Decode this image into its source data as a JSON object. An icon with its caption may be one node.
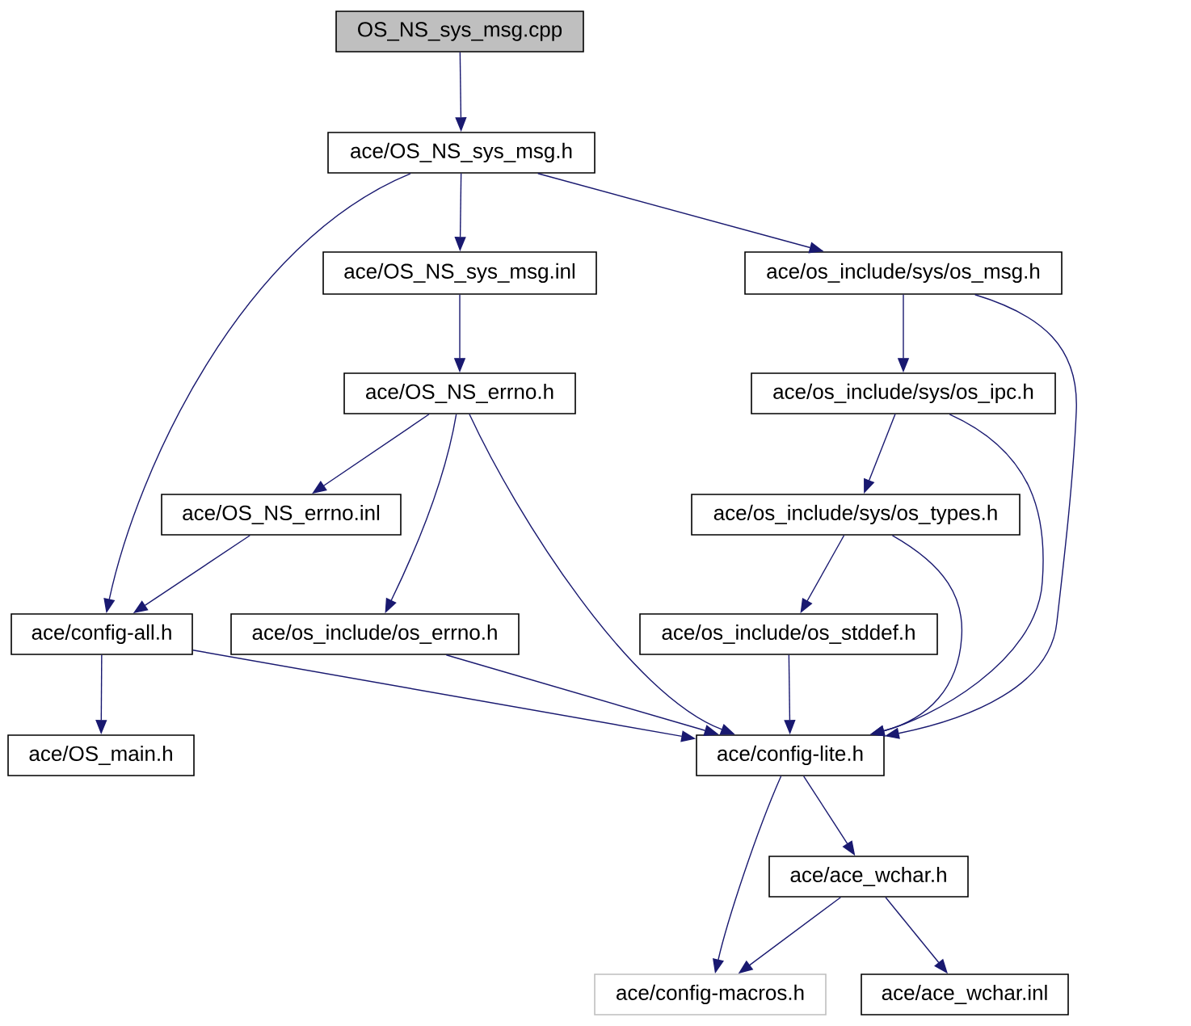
{
  "diagram": {
    "nodes": [
      {
        "text": [
          "OS_NS_sys_msg.cpp"
        ]
      },
      {
        "text": [
          "ace/OS_NS_sys_msg.h"
        ]
      },
      {
        "text": [
          "ace/OS_NS_sys_msg.inl"
        ]
      },
      {
        "text": [
          "ace/os_include/sys/os_msg.h"
        ]
      },
      {
        "text": [
          "ace/OS_NS_errno.h"
        ]
      },
      {
        "text": [
          "ace/os_include/sys/os_ipc.h"
        ]
      },
      {
        "text": [
          "ace/OS_NS_errno.inl"
        ]
      },
      {
        "text": [
          "ace/os_include/sys/os_types.h"
        ]
      },
      {
        "text": [
          "ace/config-all.h"
        ]
      },
      {
        "text": [
          "ace/os_include/os_errno.h"
        ]
      },
      {
        "text": [
          "ace/os_include/os_stddef.h"
        ]
      },
      {
        "text": [
          "ace/OS_main.h"
        ]
      },
      {
        "text": [
          "ace/config-lite.h"
        ]
      },
      {
        "text": [
          "ace/ace_wchar.h"
        ]
      },
      {
        "text": [
          "ace/config-macros.h"
        ]
      },
      {
        "text": [
          "ace/ace_wchar.inl"
        ]
      }
    ],
    "edges": [
      {
        "from": 0,
        "to": 1,
        "arrow": "to"
      },
      {
        "from": 1,
        "to": 2,
        "arrow": "to"
      },
      {
        "from": 1,
        "to": 3,
        "arrow": "to"
      },
      {
        "from": 1,
        "to": 8,
        "arrow": "to"
      },
      {
        "from": 2,
        "to": 4,
        "arrow": "to"
      },
      {
        "from": 3,
        "to": 5,
        "arrow": "to"
      },
      {
        "from": 3,
        "to": 12,
        "arrow": "to"
      },
      {
        "from": 4,
        "to": 6,
        "arrow": "to"
      },
      {
        "from": 4,
        "to": 9,
        "arrow": "to"
      },
      {
        "from": 4,
        "to": 12,
        "arrow": "to"
      },
      {
        "from": 5,
        "to": 7,
        "arrow": "to"
      },
      {
        "from": 5,
        "to": 12,
        "arrow": "to"
      },
      {
        "from": 6,
        "to": 8,
        "arrow": "to"
      },
      {
        "from": 7,
        "to": 10,
        "arrow": "to"
      },
      {
        "from": 7,
        "to": 12,
        "arrow": "to"
      },
      {
        "from": 8,
        "to": 11,
        "arrow": "to"
      },
      {
        "from": 8,
        "to": 12,
        "arrow": "to"
      },
      {
        "from": 9,
        "to": 12,
        "arrow": "to"
      },
      {
        "from": 10,
        "to": 12,
        "arrow": "to"
      },
      {
        "from": 12,
        "to": 13,
        "arrow": "to"
      },
      {
        "from": 12,
        "to": 14,
        "arrow": "to"
      },
      {
        "from": 13,
        "to": 14,
        "arrow": "to"
      },
      {
        "from": 13,
        "to": 15,
        "arrow": "to"
      }
    ]
  }
}
